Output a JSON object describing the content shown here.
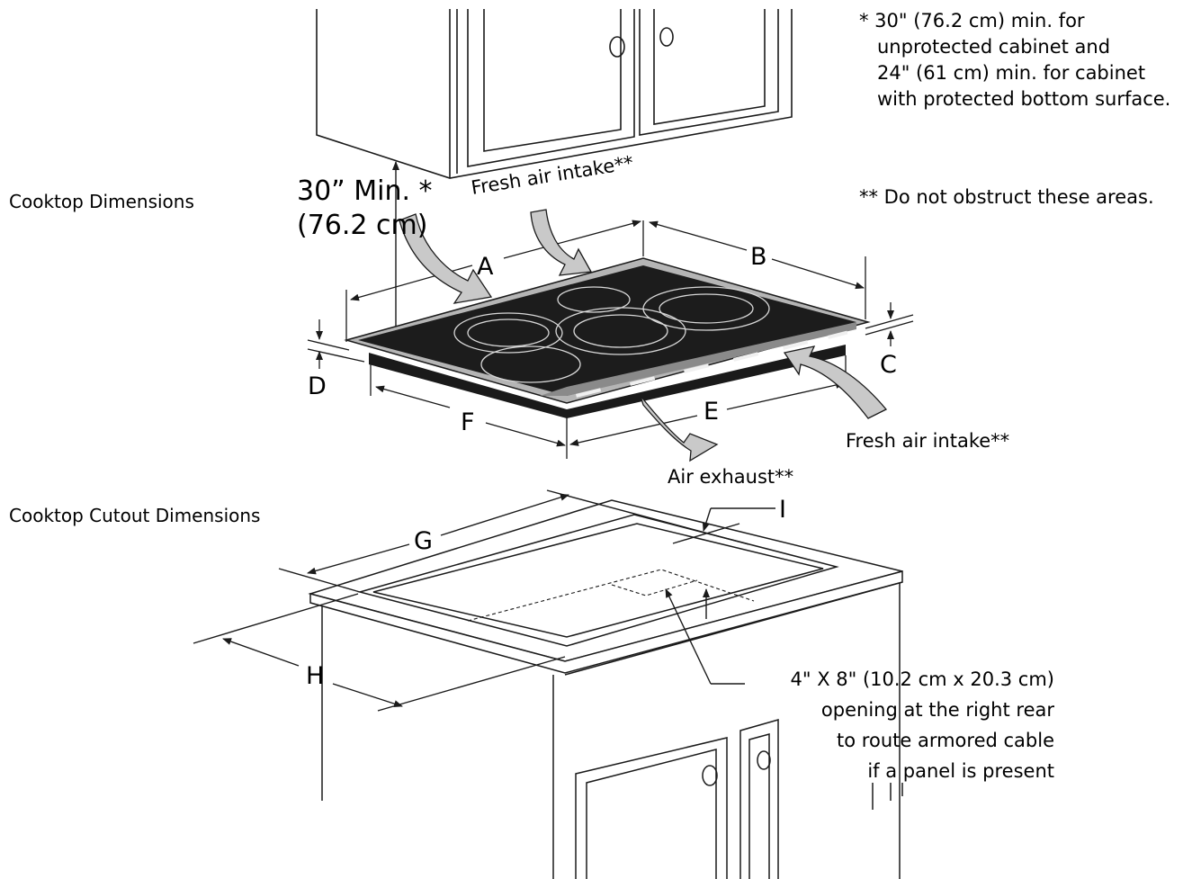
{
  "section_titles": {
    "cooktop_dimensions": "Cooktop Dimensions",
    "cutout_dimensions": "Cooktop Cutout Dimensions"
  },
  "clearance": {
    "line1": "30” Min. *",
    "line2": "(76.2 cm)"
  },
  "notes": {
    "cabinet_note": [
      "* 30\" (76.2 cm) min. for",
      "unprotected cabinet and",
      "24\" (61 cm) min. for cabinet",
      "with protected bottom surface."
    ],
    "obstruct_note": "** Do not obstruct these areas."
  },
  "callouts": {
    "fresh_air_top": "Fresh air intake**",
    "fresh_air_front": "Fresh air intake**",
    "air_exhaust": "Air exhaust**",
    "opening": [
      "4\" X 8\" (10.2 cm x 20.3 cm)",
      "opening at the right rear",
      "to route armored cable",
      "if a panel is present"
    ]
  },
  "dimension_letters": {
    "A": "A",
    "B": "B",
    "C": "C",
    "D": "D",
    "E": "E",
    "F": "F",
    "G": "G",
    "H": "H",
    "I": "I"
  },
  "colors": {
    "line": "#1a1a1a",
    "glass": "#1c1c1c",
    "frame": "#b5b5b5",
    "arrow_fill": "#c9c9c9",
    "countertop": "#ffffff"
  }
}
